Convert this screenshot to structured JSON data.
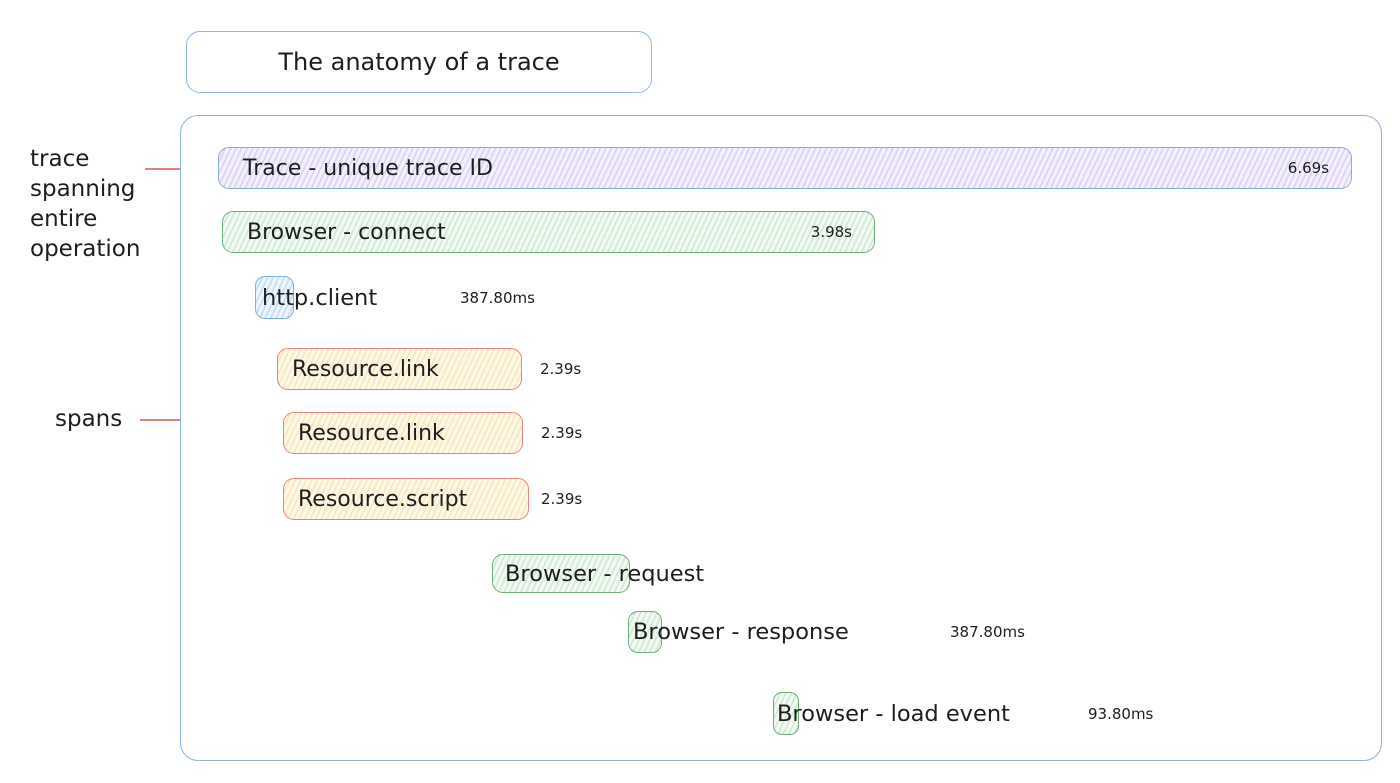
{
  "title": {
    "label": "The anatomy of a trace"
  },
  "annotations": {
    "trace_lines": [
      "trace",
      "spanning",
      "entire",
      "operation"
    ],
    "spans_label": "spans"
  },
  "spans": [
    {
      "name": "trace",
      "label": "Trace - unique trace ID",
      "duration": "6.69s",
      "color": "violet"
    },
    {
      "name": "browser-connect",
      "label": "Browser - connect",
      "duration": "3.98s",
      "color": "green"
    },
    {
      "name": "http-client",
      "label": "http.client",
      "duration": "387.80ms",
      "color": "blue"
    },
    {
      "name": "resource-link-1",
      "label": "Resource.link",
      "duration": "2.39s",
      "color": "yellow"
    },
    {
      "name": "resource-link-2",
      "label": "Resource.link",
      "duration": "2.39s",
      "color": "yellow"
    },
    {
      "name": "resource-script",
      "label": "Resource.script",
      "duration": "2.39s",
      "color": "yellow"
    },
    {
      "name": "browser-request",
      "label": "Browser - request",
      "duration": "",
      "color": "green"
    },
    {
      "name": "browser-response",
      "label": "Browser - response",
      "duration": "387.80ms",
      "color": "green"
    },
    {
      "name": "browser-load-event",
      "label": "Browser - load event",
      "duration": "93.80ms",
      "color": "green"
    }
  ],
  "colors": {
    "container_border": "#8cb3e3",
    "annotation_red": "#e0817d",
    "trace_border": "#8aabdd",
    "green_border": "#6fae7a",
    "blue_border": "#7fb0e0",
    "yellow_border": "#e8837f",
    "text": "#1e1e1e"
  }
}
